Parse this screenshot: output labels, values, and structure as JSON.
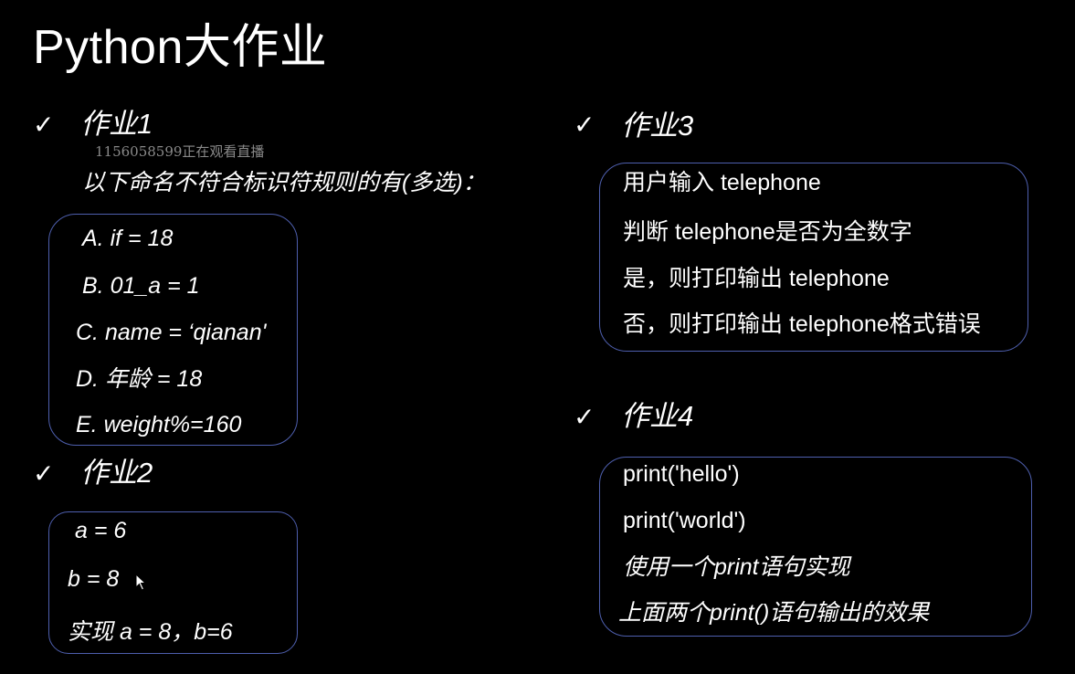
{
  "slide": {
    "title": "Python大作业",
    "check_mark": "✓",
    "overlay_text": "1156058599正在观看直播"
  },
  "hw1": {
    "heading": "作业1",
    "question": "以下命名不符合标识符规则的有(多选)：",
    "options": [
      "A. if = 18",
      "B. 01_a = 1",
      "C. name = ‘qianan'",
      "D. 年龄 = 18",
      "E. weight%=160"
    ]
  },
  "hw2": {
    "heading": "作业2",
    "lines": [
      "a = 6",
      "b = 8",
      "实现 a = 8，b=6"
    ]
  },
  "hw3": {
    "heading": "作业3",
    "lines": [
      "用户输入 telephone",
      "判断 telephone是否为全数字",
      "是，则打印输出 telephone",
      "否，则打印输出 telephone格式错误"
    ]
  },
  "hw4": {
    "heading": "作业4",
    "lines": [
      "print('hello')",
      "print('world')",
      "使用一个print语句实现",
      "上面两个print()语句输出的效果"
    ]
  },
  "colors": {
    "background": "#000000",
    "text": "#ffffff",
    "box_border": "#4e5fae",
    "overlay": "#8a8a8a"
  },
  "icons": [
    "check-icon",
    "mouse-cursor-icon"
  ]
}
